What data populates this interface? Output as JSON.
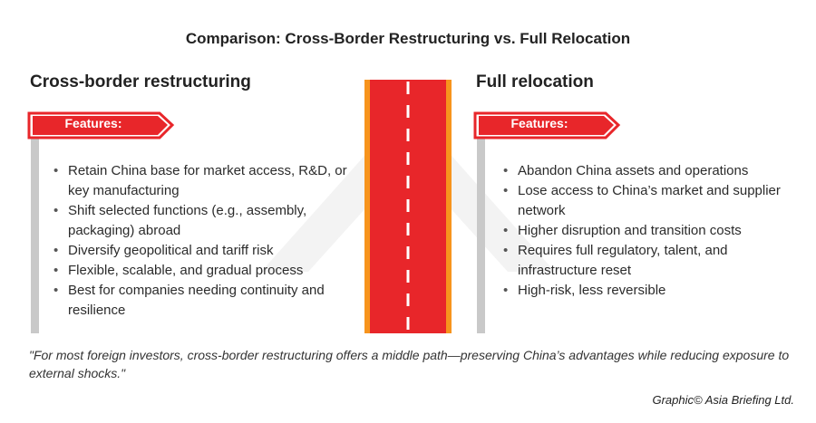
{
  "title": "Comparison: Cross-Border Restructuring vs. Full Relocation",
  "left": {
    "heading": "Cross-border restructuring",
    "sign_label": "Features:",
    "items": [
      "Retain China base for market access, R&D, or key manufacturing",
      "Shift selected functions (e.g., assembly, packaging) abroad",
      "Diversify geopolitical and tariff risk",
      "Flexible, scalable, and gradual process",
      "Best for companies needing continuity and resilience"
    ]
  },
  "right": {
    "heading": "Full relocation",
    "sign_label": "Features:",
    "items": [
      "Abandon China assets and operations",
      "Lose access to China’s market and supplier network",
      "Higher disruption and transition costs",
      "Requires full regulatory, talent, and infrastructure reset",
      "High-risk, less reversible"
    ]
  },
  "quote": "\"For most foreign investors, cross-border restructuring offers a middle path—preserving China’s advantages while reducing exposure to external shocks.\"",
  "credit": "Graphic© Asia Briefing Ltd.",
  "colors": {
    "sign_red": "#e8262a",
    "road_red": "#e8262a",
    "road_edge": "#f7941d",
    "pole_gray": "#c9c9c9",
    "watermark_gray": "#f2f2f2"
  }
}
